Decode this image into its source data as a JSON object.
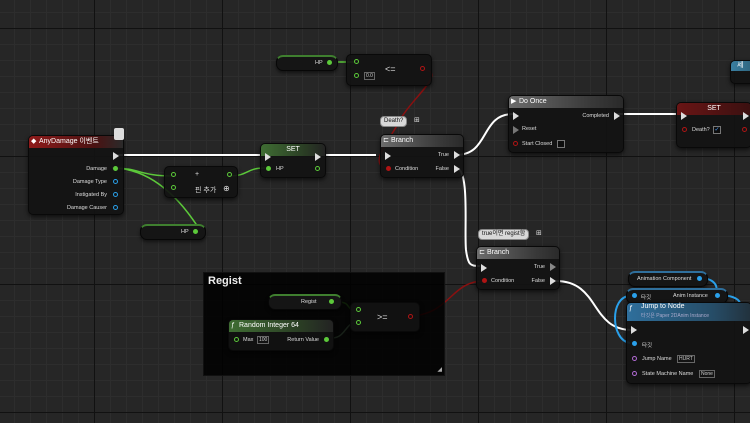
{
  "theme": {
    "accent_exec": "#ffffff",
    "float_pin": "#5cc93a",
    "bool_pin": "#b01414",
    "object_pin": "#2aa0ea",
    "name_pin": "#b16ad3"
  },
  "nodes": {
    "anydamage": {
      "title": "AnyDamage 이벤트",
      "outputs": [
        "Damage",
        "Damage Type",
        "Instigated By",
        "Damage Causer"
      ]
    },
    "add": {
      "label": "핀 추가"
    },
    "hp_get_top": {
      "label": "HP"
    },
    "compare_le": {
      "op": "<=",
      "value": "0.0"
    },
    "set_hp": {
      "title": "SET",
      "pin": "HP"
    },
    "hp_get_bottom": {
      "label": "HP"
    },
    "branch1": {
      "title": "Branch",
      "comment": "Death?",
      "condition": "Condition",
      "true_label": "True",
      "false_label": "False"
    },
    "do_once": {
      "title": "Do Once",
      "completed": "Completed",
      "reset": "Reset",
      "start_closed": "Start Closed"
    },
    "set_death": {
      "title": "SET",
      "pin": "Death?",
      "checked": "✓"
    },
    "branch2": {
      "title": "Branch",
      "comment": "true이면 regist함",
      "condition": "Condition",
      "true_label": "True",
      "false_label": "False"
    },
    "regist_group": {
      "title": "Regist"
    },
    "regist_get": {
      "label": "Regist"
    },
    "random_int": {
      "title": "Random Integer 64",
      "max_label": "Max",
      "max_value": "100",
      "return_label": "Return Value"
    },
    "compare_ge": {
      "op": ">="
    },
    "anim_component": {
      "label": "Animation Component"
    },
    "anim_instance": {
      "label": "Anim Instance",
      "target": "타깃"
    },
    "jump_to_node": {
      "title": "Jump to Node",
      "subtitle": "타깃은 Paper 2DAnim Instance",
      "target": "타깃",
      "jump_name_label": "Jump Name",
      "jump_name_value": "HURT",
      "state_machine_label": "State Machine Name",
      "state_machine_value": "None"
    },
    "offscreen_set": {
      "title": "세"
    }
  }
}
